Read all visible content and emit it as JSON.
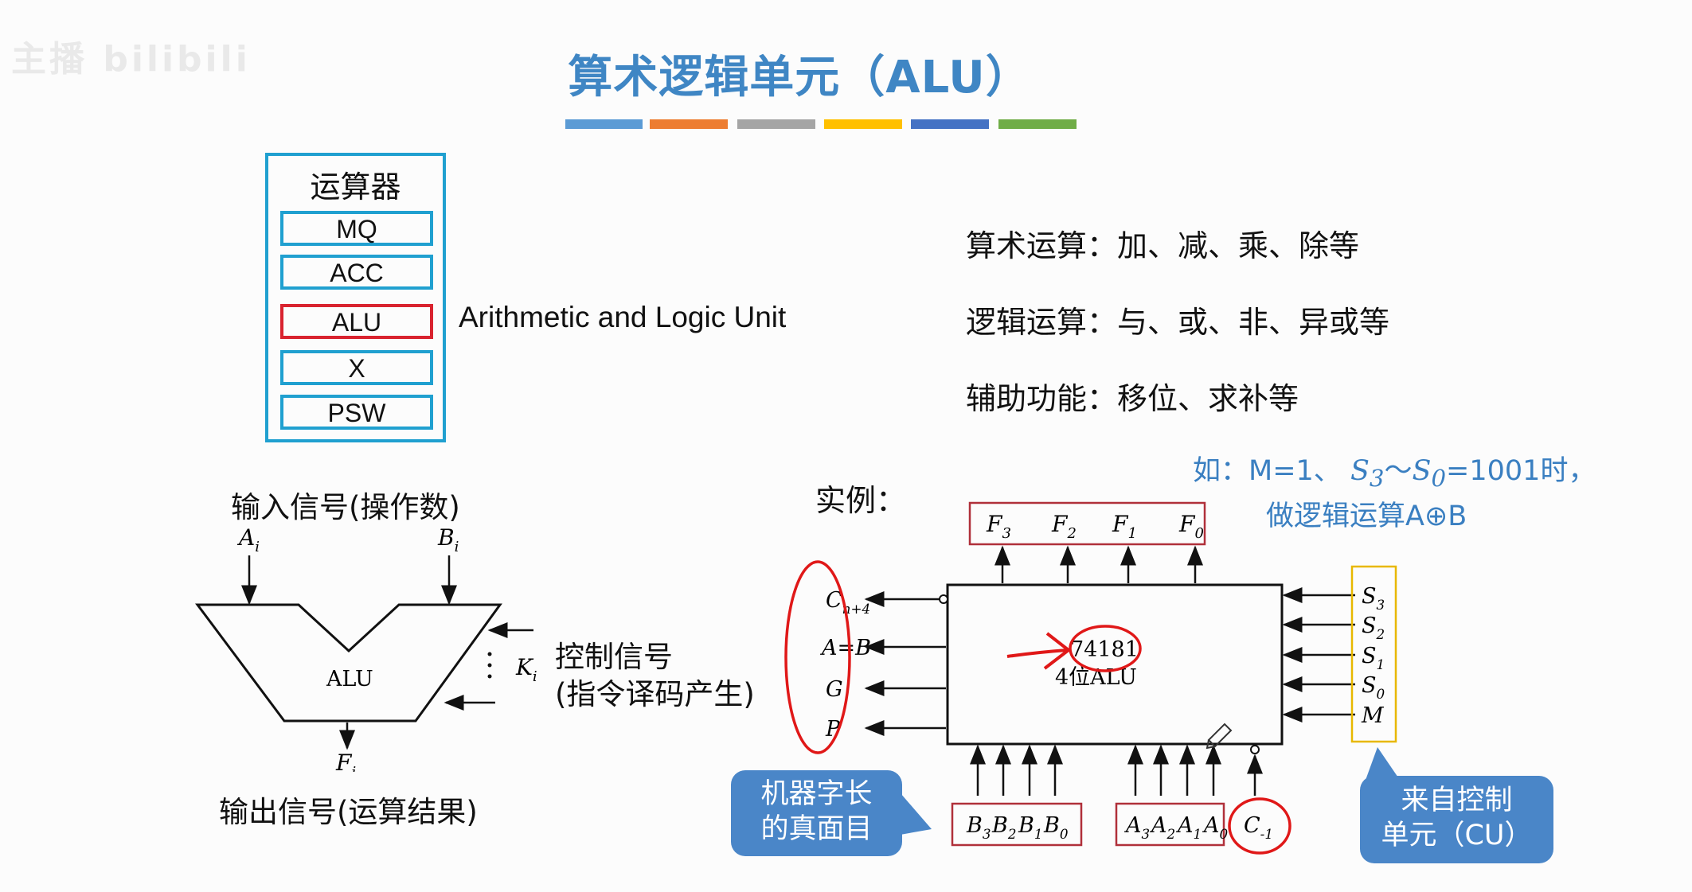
{
  "title": "算术逻辑单元（ALU）",
  "watermark": "主播 bilibili",
  "color_bars": [
    "#5b9bd5",
    "#ed7d31",
    "#a5a5a5",
    "#ffc000",
    "#4472c4",
    "#70ad47"
  ],
  "calculator": {
    "label": "运算器",
    "registers": [
      "MQ",
      "ACC",
      "ALU",
      "X",
      "PSW"
    ],
    "alu_full_name": "Arithmetic and Logic Unit"
  },
  "operations": [
    "算术运算：加、减、乘、除等",
    "逻辑运算：与、或、非、异或等",
    "辅助功能：移位、求补等"
  ],
  "alu_symbol": {
    "input_label": "输入信号(操作数)",
    "input_a": "A",
    "input_a_sub": "i",
    "input_b": "B",
    "input_b_sub": "i",
    "center_label": "ALU",
    "control_k": "K",
    "control_k_sub": "i",
    "control_line1": "控制信号",
    "control_line2": "(指令译码产生)",
    "output_f": "F",
    "output_f_sub": "i",
    "output_label": "输出信号(运算结果)"
  },
  "example": {
    "label": "实例：",
    "note_line1_a": "如：M=1、",
    "note_s3": "S",
    "note_s3_sub": "3",
    "note_tilde": "～",
    "note_s0": "S",
    "note_s0_sub": "0",
    "note_line1_b": "=1001时，",
    "note_line2": "做逻辑运算A⊕B",
    "chip_number": "74181",
    "chip_desc": "4位ALU",
    "outputs_top": [
      {
        "main": "F",
        "sub": "3"
      },
      {
        "main": "F",
        "sub": "2"
      },
      {
        "main": "F",
        "sub": "1"
      },
      {
        "main": "F",
        "sub": "0"
      }
    ],
    "outputs_left": [
      {
        "main": "C",
        "sub": "n+4"
      },
      {
        "main": "A=B",
        "sub": ""
      },
      {
        "main": "G",
        "sub": ""
      },
      {
        "main": "P",
        "sub": ""
      }
    ],
    "inputs_right": [
      {
        "main": "S",
        "sub": "3"
      },
      {
        "main": "S",
        "sub": "2"
      },
      {
        "main": "S",
        "sub": "1"
      },
      {
        "main": "S",
        "sub": "0"
      },
      {
        "main": "M",
        "sub": ""
      }
    ],
    "inputs_b": [
      {
        "main": "B",
        "sub": "3"
      },
      {
        "main": "B",
        "sub": "2"
      },
      {
        "main": "B",
        "sub": "1"
      },
      {
        "main": "B",
        "sub": "0"
      }
    ],
    "inputs_a": [
      {
        "main": "A",
        "sub": "3"
      },
      {
        "main": "A",
        "sub": "2"
      },
      {
        "main": "A",
        "sub": "1"
      },
      {
        "main": "A",
        "sub": "0"
      }
    ],
    "carry_in": {
      "main": "C",
      "sub": "-1"
    },
    "bubble_word": "机器字长\n的真面目",
    "bubble_word_l1": "机器字长",
    "bubble_word_l2": "的真面目",
    "bubble_cu_l1": "来自控制",
    "bubble_cu_l2": "单元（CU）"
  }
}
